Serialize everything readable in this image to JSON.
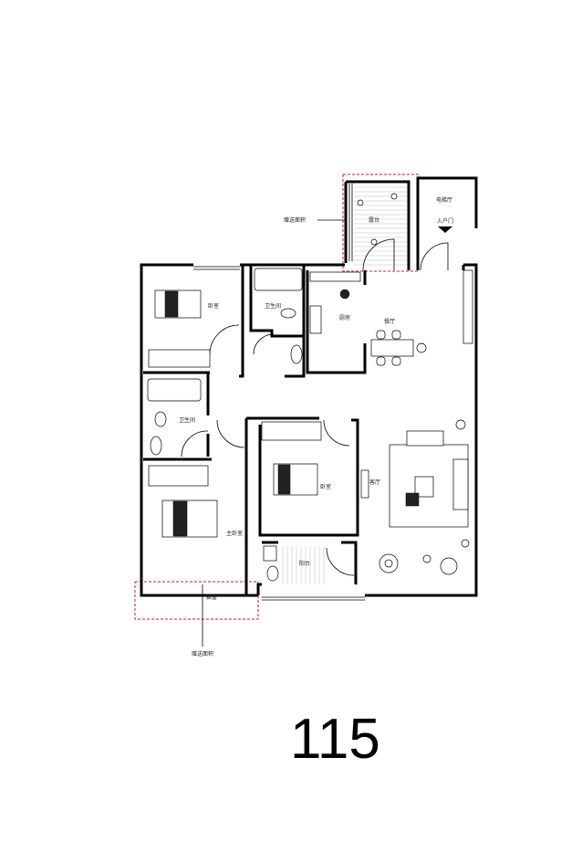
{
  "plan": {
    "gift_area_top": "赠送面积",
    "terrace": "露台",
    "elevator_hall": "电梯厅",
    "entrance_door": "入户门",
    "bedroom_nw": "卧室",
    "bathroom_north": "卫生间",
    "kitchen": "厨房",
    "dining_room": "餐厅",
    "bathroom_west": "卫生间",
    "bedroom_center": "卧室",
    "living_room": "客厅",
    "master_bedroom": "主卧室",
    "balcony": "阳台",
    "bay_window": "飘窗",
    "gift_area_bottom": "赠送面积"
  },
  "area_label": "115",
  "colors": {
    "gift_area_outline": "#cc2222",
    "walls": "#000000"
  }
}
